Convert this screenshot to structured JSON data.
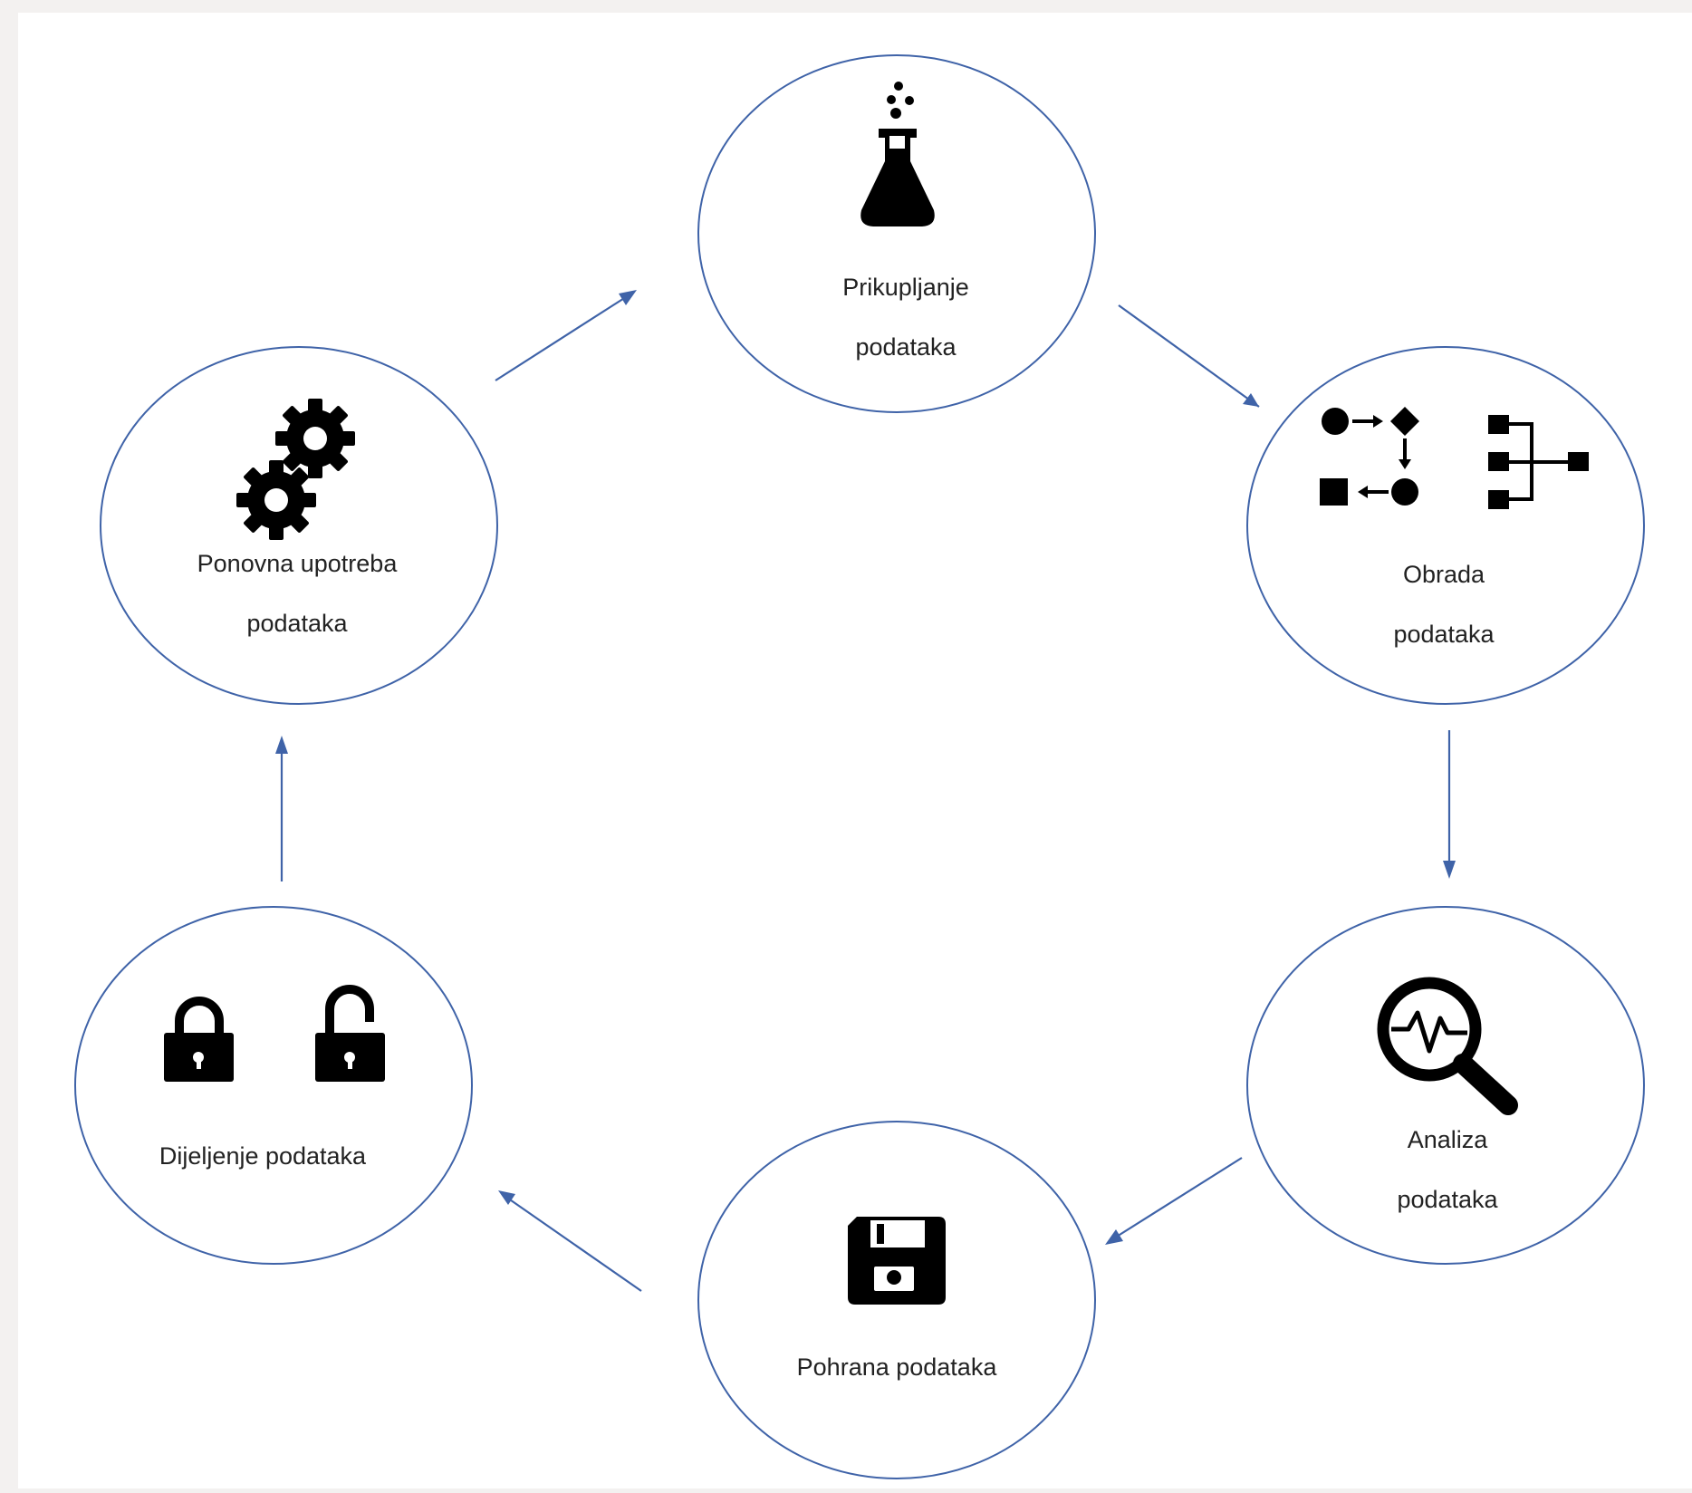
{
  "colors": {
    "outline": "#3f63a8",
    "arrow": "#3f63a8",
    "icon": "#000000",
    "background": "#ffffff",
    "frame": "#f3f1f0"
  },
  "nodes": [
    {
      "id": "collection",
      "icon": "flask-icon",
      "lines": [
        "Prikupljanje",
        "podataka"
      ]
    },
    {
      "id": "processing",
      "icon": "process-flow-icon",
      "lines": [
        "Obrada",
        "podataka"
      ]
    },
    {
      "id": "analysis",
      "icon": "magnifier-pulse-icon",
      "lines": [
        "Analiza",
        "podataka"
      ]
    },
    {
      "id": "storage",
      "icon": "floppy-disk-icon",
      "lines": [
        "Pohrana podataka"
      ]
    },
    {
      "id": "sharing",
      "icon": "locks-icon",
      "lines": [
        "Dijeljenje podataka"
      ]
    },
    {
      "id": "reuse",
      "icon": "gears-icon",
      "lines": [
        "Ponovna upotreba",
        "podataka"
      ]
    }
  ],
  "edges": [
    {
      "from": "collection",
      "to": "processing"
    },
    {
      "from": "processing",
      "to": "analysis"
    },
    {
      "from": "analysis",
      "to": "storage"
    },
    {
      "from": "storage",
      "to": "sharing"
    },
    {
      "from": "sharing",
      "to": "reuse"
    },
    {
      "from": "reuse",
      "to": "collection"
    }
  ]
}
